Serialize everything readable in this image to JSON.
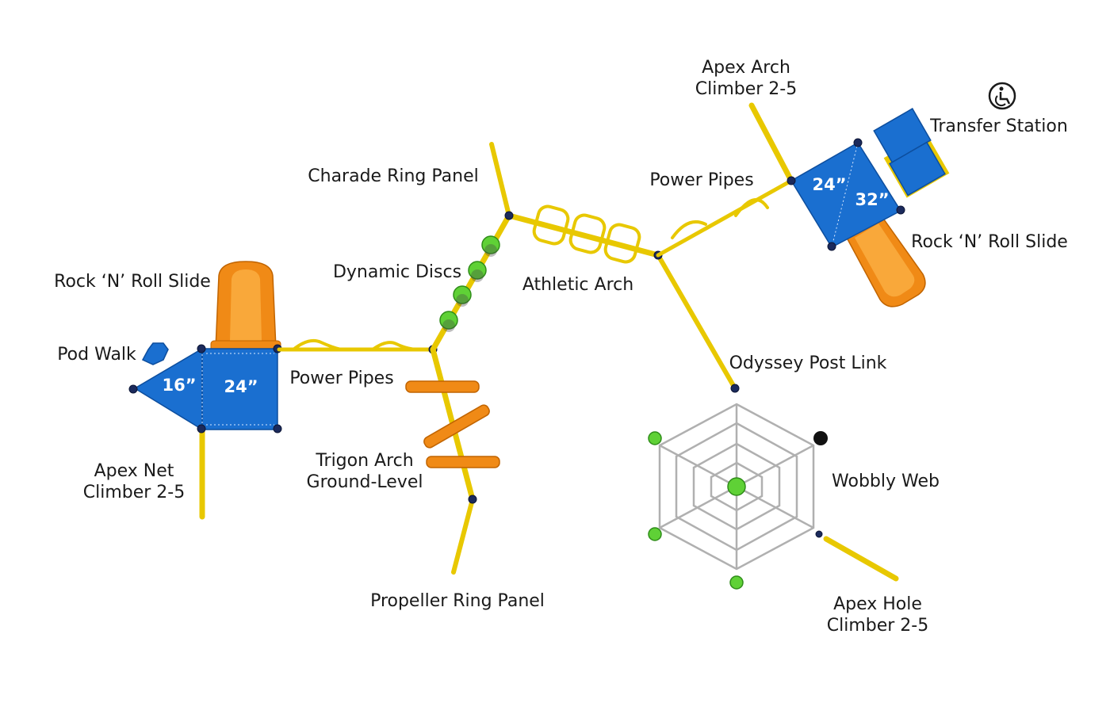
{
  "labels": {
    "apex_arch": [
      "Apex Arch",
      "Climber 2-5"
    ],
    "transfer_station": "Transfer Station",
    "charade_ring_panel": "Charade Ring Panel",
    "power_pipes_right": "Power Pipes",
    "rock_n_roll_slide_right": "Rock ‘N’ Roll Slide",
    "dynamic_discs": "Dynamic Discs",
    "athletic_arch": "Athletic Arch",
    "rock_n_roll_slide_left": "Rock ‘N’ Roll Slide",
    "pod_walk": "Pod Walk",
    "power_pipes_left": "Power Pipes",
    "odyssey_post_link": "Odyssey Post Link",
    "apex_net": [
      "Apex Net",
      "Climber 2-5"
    ],
    "trigon_arch": [
      "Trigon Arch",
      "Ground-Level"
    ],
    "wobbly_web": "Wobbly Web",
    "propeller_ring_panel": "Propeller Ring Panel",
    "apex_hole": [
      "Apex Hole",
      "Climber 2-5"
    ]
  },
  "deck_heights": {
    "left_triangle": "16”",
    "left_square": "24”",
    "right_deck_a": "24”",
    "right_deck_b": "32”"
  },
  "icons": {
    "transfer_station": "wheelchair-accessible-icon"
  },
  "colors": {
    "deck_blue": "#1a6fd0",
    "slide_orange": "#f08a16",
    "rail_yellow": "#e8c800",
    "post_navy": "#1b2a5c",
    "ball_green": "#5fd136",
    "web_gray": "#b0b0b0"
  }
}
